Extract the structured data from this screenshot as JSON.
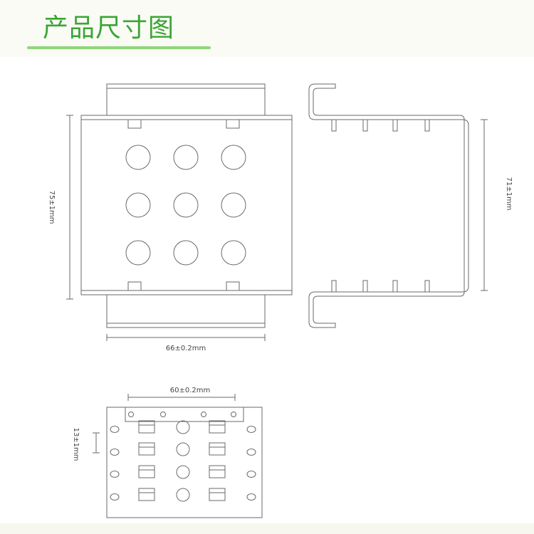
{
  "header": {
    "title": "产品尺寸图",
    "accent_color": "#3aa535"
  },
  "dimensions": {
    "height_front": "75±1mm",
    "width_front": "66±0.2mm",
    "height_side": "71±1mm",
    "width_bottom": "60±0.2mm",
    "depth_bottom": "13±1mm"
  }
}
